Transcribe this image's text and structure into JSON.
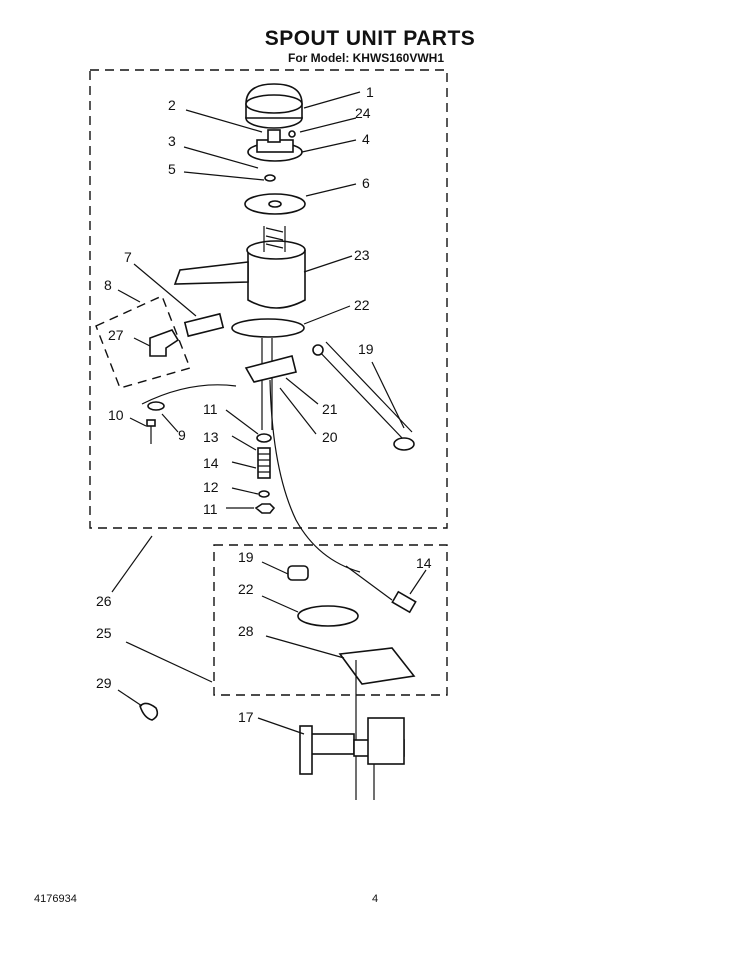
{
  "header": {
    "title": "SPOUT UNIT PARTS",
    "subtitle": "For Model: KHWS160VWH1"
  },
  "footer": {
    "doc_number": "4176934",
    "page_number": "4"
  },
  "callouts": {
    "c1": "1",
    "c2": "2",
    "c24": "24",
    "c3": "3",
    "c4": "4",
    "c5": "5",
    "c6": "6",
    "c7": "7",
    "c23": "23",
    "c8": "8",
    "c22": "22",
    "c27": "27",
    "c19": "19",
    "c10": "10",
    "c9": "9",
    "c11a": "11",
    "c21": "21",
    "c13": "13",
    "c20": "20",
    "c14": "14",
    "c12": "12",
    "c11b": "11",
    "c19b": "19",
    "c14b": "14",
    "c22b": "22",
    "c26": "26",
    "c25": "25",
    "c28": "28",
    "c29": "29",
    "c17": "17"
  }
}
